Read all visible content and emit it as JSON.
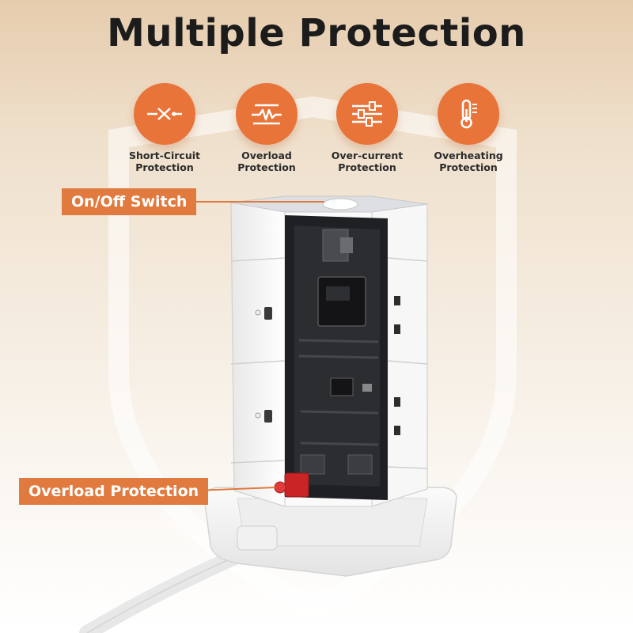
{
  "title": "Multiple Protection",
  "features": [
    {
      "icon": "short-circuit-icon",
      "line1": "Short-Circuit",
      "line2": "Protection"
    },
    {
      "icon": "overload-wave-icon",
      "line1": "Overload",
      "line2": "Protection"
    },
    {
      "icon": "sliders-icon",
      "line1": "Over-current",
      "line2": "Protection"
    },
    {
      "icon": "thermometer-icon",
      "line1": "Overheating",
      "line2": "Protection"
    }
  ],
  "callouts": {
    "switch": "On/Off Switch",
    "overload": "Overload Protection"
  },
  "colors": {
    "accent": "#e8743a",
    "callout": "#e07a3e",
    "title": "#1c1c1c"
  }
}
